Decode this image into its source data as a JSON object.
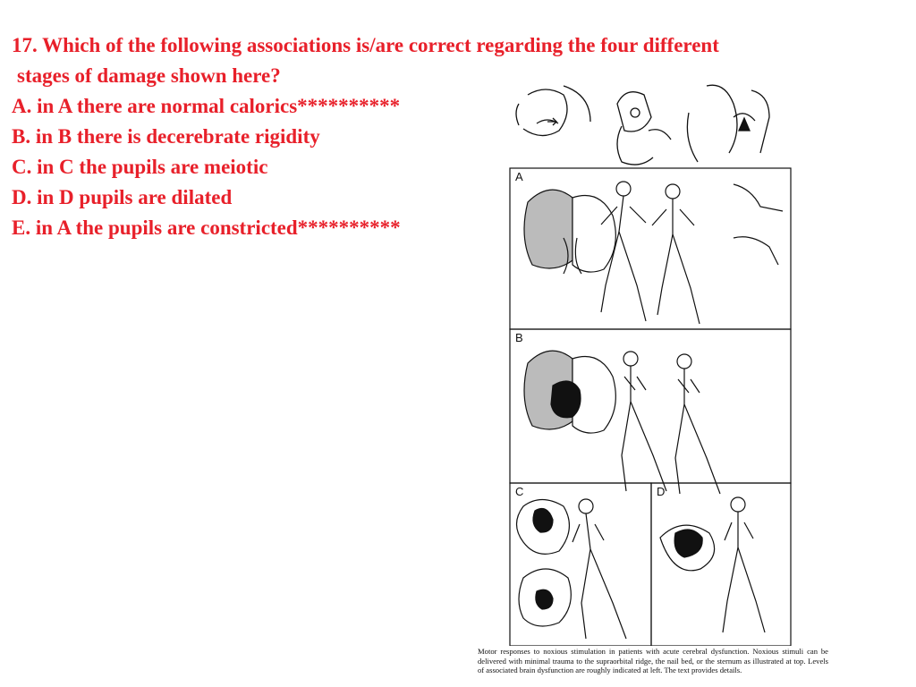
{
  "question": {
    "line1": "17. Which of the following associations is/are correct regarding the four different",
    "line2": "stages of damage shown here?"
  },
  "options": [
    {
      "label": "A. in A there are normal calorics**********"
    },
    {
      "label": "B. in B there is decerebrate rigidity"
    },
    {
      "label": "C. in C the pupils are meiotic"
    },
    {
      "label": "D. in D pupils are dilated"
    },
    {
      "label": "E. in A the pupils are constricted**********"
    }
  ],
  "figure": {
    "panels": [
      "A",
      "B",
      "C",
      "D"
    ],
    "caption": "Motor responses to noxious stimulation in patients with acute cerebral dysfunction. Noxious stimuli can be delivered with minimal trauma to the supraorbital ridge, the nail bed, or the sternum as illustrated at top. Levels of associated brain dysfunction are roughly indicated at left. The text provides details."
  },
  "colors": {
    "question_text": "#e8202a",
    "figure_ink": "#111111"
  }
}
